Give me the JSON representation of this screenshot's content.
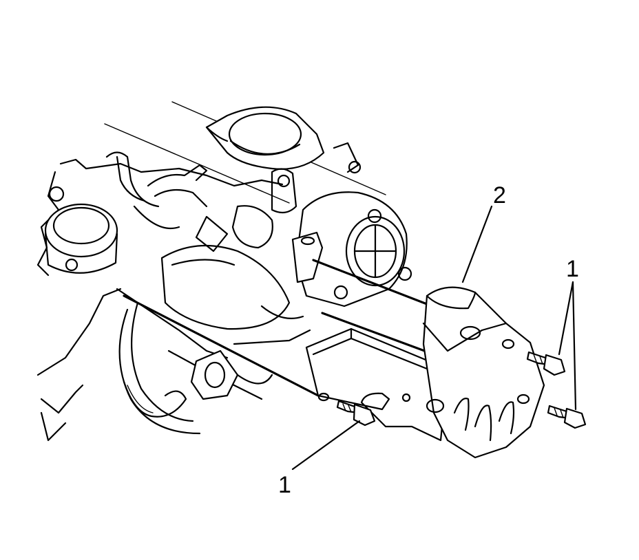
{
  "callouts": [
    {
      "id": "bolts-lower",
      "label": "1"
    },
    {
      "id": "bracket",
      "label": "2"
    },
    {
      "id": "bolts-upper",
      "label": "1"
    }
  ]
}
